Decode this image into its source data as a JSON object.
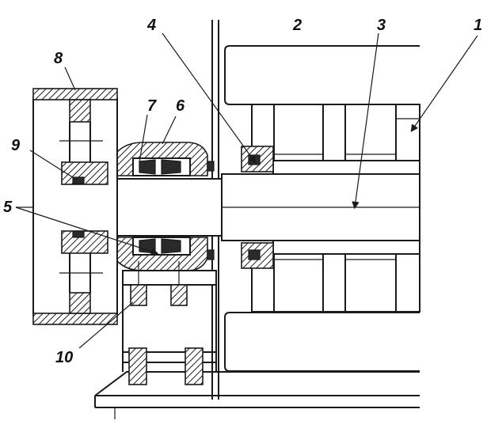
{
  "labels": {
    "l1": "1",
    "l2": "2",
    "l3": "3",
    "l4": "4",
    "l5": "5",
    "l6": "6",
    "l7": "7",
    "l8": "8",
    "l9": "9",
    "l10": "10"
  },
  "colors": {
    "ink": "#1a1a1a",
    "paper": "#ffffff"
  }
}
